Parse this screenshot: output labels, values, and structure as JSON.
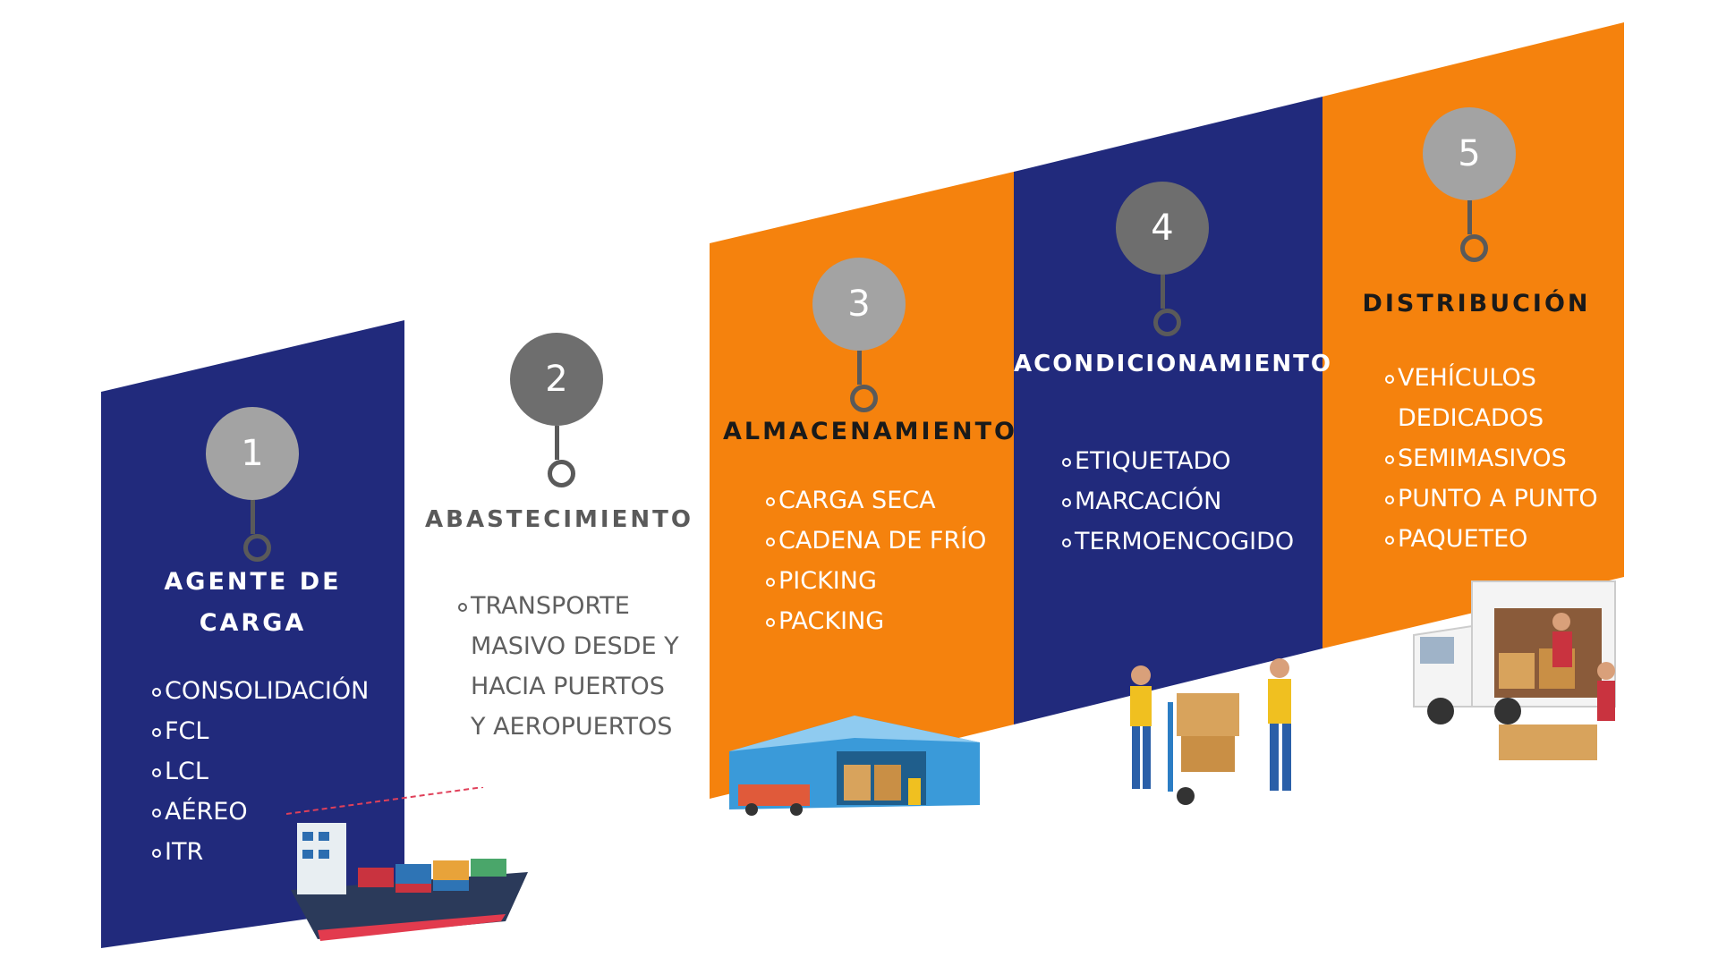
{
  "colors": {
    "navy": "#212a7c",
    "orange": "#f5820d",
    "circle": "#a3a3a3",
    "circle_dark": "#6e6e6e",
    "stem": "#5a5a5a"
  },
  "steps": [
    {
      "number": "1",
      "title_line1": "AGENTE DE",
      "title_line2": "CARGA",
      "items": [
        "CONSOLIDACIÓN",
        "FCL",
        "LCL",
        "AÉREO",
        "ITR"
      ],
      "illustration": "cargo-ship-icon"
    },
    {
      "number": "2",
      "title_line1": "ABASTECIMIENTO",
      "items": [
        "TRANSPORTE",
        "MASIVO DESDE Y",
        "HACIA PUERTOS",
        "Y AEROPUERTOS"
      ]
    },
    {
      "number": "3",
      "title_line1": "ALMACENAMIENTO",
      "items": [
        "CARGA SECA",
        "CADENA DE FRÍO",
        "PICKING",
        "PACKING"
      ],
      "illustration": "warehouse-icon"
    },
    {
      "number": "4",
      "title_line1": "ACONDICIONAMIENTO",
      "items": [
        "ETIQUETADO",
        "MARCACIÓN",
        "TERMOENCOGIDO"
      ],
      "illustration": "workers-boxes-icon"
    },
    {
      "number": "5",
      "title_line1": "DISTRIBUCIÓN",
      "items": [
        "VEHÍCULOS",
        "DEDICADOS",
        "SEMIMASIVOS",
        "PUNTO A PUNTO",
        "PAQUETEO"
      ],
      "illustration": "delivery-truck-icon"
    }
  ]
}
